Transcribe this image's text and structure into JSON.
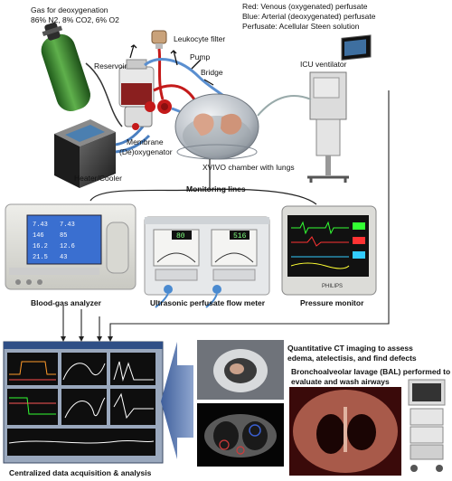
{
  "labels": {
    "gas_title": "Gas for deoxygenation",
    "gas_mix": "86% N2, 8% CO2, 6% O2",
    "legend_red": "Red: Venous (oxygenated) perfusate",
    "legend_blue": "Blue: Arterial (deoxygenated) perfusate",
    "legend_perfusate": "Perfusate: Acellular Steen solution",
    "leukocyte_filter": "Leukocyte filter",
    "pump": "Pump",
    "reservoir": "Reservoir",
    "bridge": "Bridge",
    "icu_ventilator": "ICU ventilator",
    "membrane": "Membrane",
    "deoxygenator": "(De)oxygenator",
    "heater_cooler": "Heater/Cooler",
    "xvivo_chamber": "XVIVO chamber with lungs",
    "monitoring_lines": "Monitoring lines",
    "blood_gas_analyzer": "Blood-gas analyzer",
    "flow_meter": "Ultrasonic perfusate flow meter",
    "pressure_monitor": "Pressure monitor",
    "ct_line1": "Quantitative CT imaging to assess",
    "ct_line2": "edema, atelectisis, and find defects",
    "bal_line1": "Bronchoalveolar lavage (BAL) performed to",
    "bal_line2": "evaluate and wash airways",
    "data_acquisition": "Centralized data acquisition & analysis"
  },
  "devices": {
    "flow_display_left": "80",
    "flow_display_right": "516",
    "monitor_brand": "PHILIPS",
    "bga_values": [
      "7.43",
      "7.43",
      "146",
      "85",
      "16.2",
      "12.6",
      "21.5",
      "43"
    ]
  },
  "colors": {
    "venous": "#c41a1a",
    "arterial": "#2a5fb0",
    "arrow": "#4b6fa8",
    "gas_cylinder": "#3f8a33"
  }
}
